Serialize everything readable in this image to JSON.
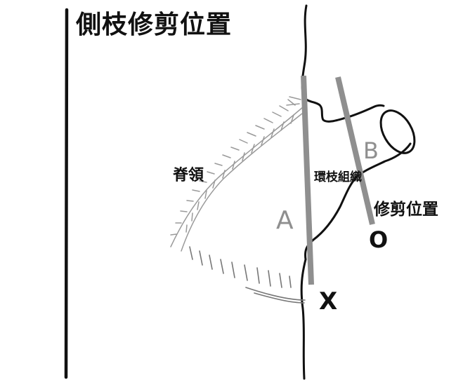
{
  "title": "側枝修剪位置",
  "labels": {
    "branch_bark_ridge": "脊領",
    "branch_collar": "環枝組織",
    "pruning_position": "修剪位置",
    "cut_a": "A",
    "cut_b": "B",
    "mark_o": "O",
    "mark_x": "X"
  },
  "colors": {
    "outline": "#111111",
    "cut_line": "#8f8f8f",
    "ridge_texture": "#9a9a9a"
  }
}
